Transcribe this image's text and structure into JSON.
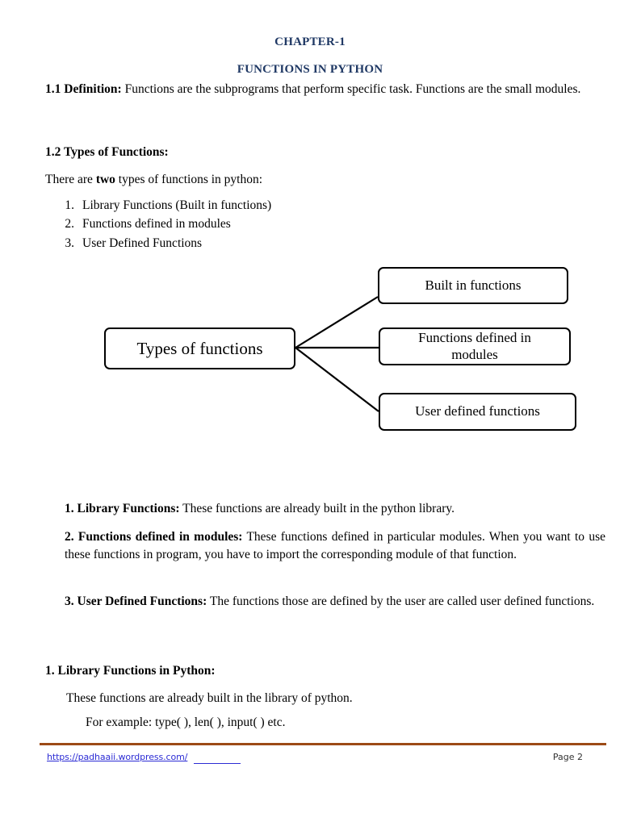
{
  "document": {
    "chapter_title": "CHAPTER-1",
    "doc_title": "FUNCTIONS IN PYTHON",
    "heading_color": "#1F3864"
  },
  "sections": {
    "definition": {
      "label": "1.1 Definition:",
      "text": " Functions are the subprograms that perform specific task. Functions are the small modules."
    },
    "types_heading": "1.2 Types of Functions:",
    "types_intro_pre": "There are ",
    "types_intro_bold": "two",
    "types_intro_post": " types of functions in python:",
    "types_list": [
      {
        "marker": "1.",
        "label": "Library Functions (Built in functions)"
      },
      {
        "marker": "2.",
        "label": "Functions defined in modules"
      },
      {
        "marker": "3.",
        "label": "User Defined Functions"
      }
    ],
    "item1": {
      "label": "1. Library Functions:",
      "text": " These functions are already built in the python library."
    },
    "item2": {
      "label": "2. Functions defined in modules:",
      "text": " These functions defined in particular modules. When you want to use these functions in program, you have to import the corresponding module of that function."
    },
    "item3": {
      "label": "3. User Defined Functions:",
      "text": " The functions those are defined by the user are called user defined functions."
    },
    "library_heading": "1. Library Functions in Python:",
    "library_line1": "These functions are already built in the library of python.",
    "library_line2": "For example: type( ), len( ), input( ) etc."
  },
  "diagram": {
    "root": "Types of functions",
    "branches": [
      "Built in functions",
      "Functions defined in\nmodules",
      "User defined functions"
    ],
    "branch_built": "Built in functions",
    "branch_modules_line1": "Functions defined in",
    "branch_modules_line2": "modules",
    "branch_user": "User defined functions",
    "line_color": "#000000",
    "box_border_color": "#000000"
  },
  "footer": {
    "url": "https://padhaaii.wordpress.com/",
    "page_label": "Page 2",
    "rule_color": "#9C4A16",
    "link_color": "#2B2BD4"
  }
}
